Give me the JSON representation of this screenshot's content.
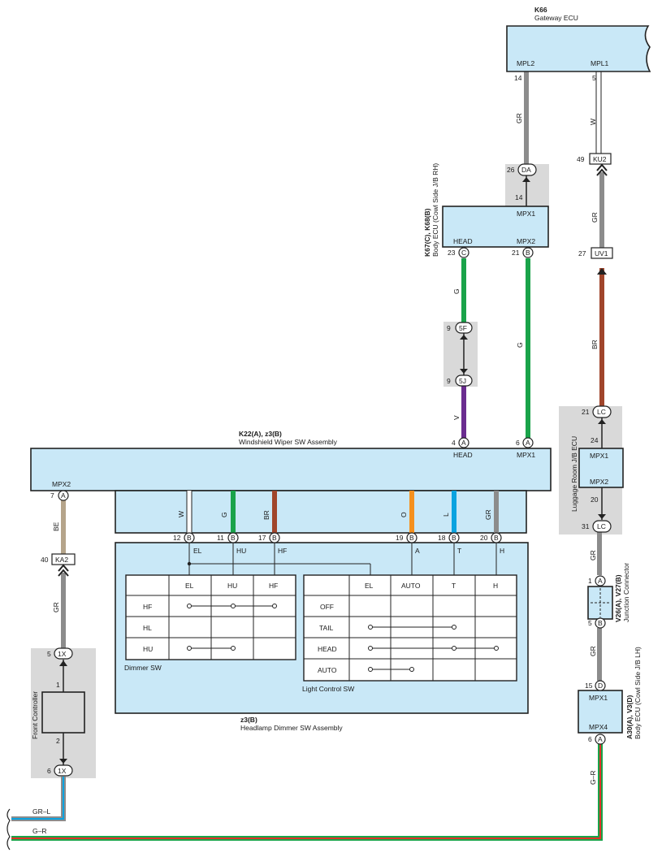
{
  "colors": {
    "box_fill": "#c9e8f7",
    "shade": "#d9d9d9",
    "wire_gray": "#8c8c8c",
    "wire_green": "#1aa34a",
    "wire_brown": "#a0452b",
    "wire_violet": "#6b2d90",
    "wire_orange": "#f5901e",
    "wire_blue": "#0aa3e0",
    "wire_beige": "#b5a48a",
    "wire_white": "#ffffff"
  },
  "components": {
    "gateway": {
      "code": "K66",
      "name": "Gateway ECU",
      "pin_left_label": "MPL2",
      "pin_right_label": "MPL1",
      "pin_left_no": "14",
      "pin_right_no": "5"
    },
    "body_ecu_rh": {
      "code": "K67(C), K68(B)",
      "name": "Body ECU (Cowl Side J/B RH)",
      "pin_top_label": "MPX1",
      "pin_head_label": "HEAD",
      "pin_mpx2_label": "MPX2",
      "pin_top_no": "14",
      "pin_head_no": "23",
      "pin_head_conn": "C",
      "pin_mpx2_no": "21",
      "pin_mpx2_conn": "B"
    },
    "wiper_sw": {
      "code": "K22(A), z3(B)",
      "name": "Windshield Wiper SW Assembly",
      "head_label": "HEAD",
      "mpx1_label": "MPX1",
      "mpx2_label": "MPX2",
      "head_no": "4",
      "head_conn": "A",
      "mpx1_no": "6",
      "mpx1_conn": "A",
      "mpx2_no": "7",
      "mpx2_conn": "A"
    },
    "headlamp_dimmer": {
      "code": "z3(B)",
      "name": "Headlamp Dimmer SW Assembly"
    },
    "luggage_ecu": {
      "name": "Luggage Room J/B ECU",
      "mpx1": "MPX1",
      "mpx2": "MPX2",
      "pin_top_no": "24",
      "pin_bottom_no": "20"
    },
    "junction": {
      "code": "V26(A), V27(B)",
      "name": "Junction Connector",
      "pin_a_no": "1",
      "pin_a_conn": "A",
      "pin_b_no": "5",
      "pin_b_conn": "B"
    },
    "body_ecu_lh": {
      "code": "A30(A), V3(D)",
      "name": "Body ECU (Cowl Side J/B LH)",
      "mpx1": "MPX1",
      "mpx4": "MPX4",
      "pin_top_no": "15",
      "pin_top_conn": "D",
      "pin_bottom_no": "6",
      "pin_bottom_conn": "A"
    },
    "front_controller": {
      "name": "Front Controller",
      "pin_top": "1",
      "pin_bottom": "2"
    }
  },
  "connectors": {
    "DA": {
      "no": "26",
      "id": "DA",
      "below_no": "14"
    },
    "KU2": {
      "no": "49",
      "id": "KU2"
    },
    "UV1": {
      "no": "27",
      "id": "UV1"
    },
    "5F": {
      "no": "9",
      "id": "5F"
    },
    "5J": {
      "no": "9",
      "id": "5J"
    },
    "LC_top": {
      "no": "21",
      "id": "LC"
    },
    "LC_bottom": {
      "no": "31",
      "id": "LC"
    },
    "KA2": {
      "no": "40",
      "id": "KA2"
    },
    "1X_top": {
      "no": "5",
      "id": "1X"
    },
    "1X_bottom": {
      "no": "6",
      "id": "1X"
    }
  },
  "wire_labels": {
    "gw_left": "GR",
    "gw_right": "W",
    "ku2_uv1": "GR",
    "uv1_lc": "BR",
    "head_5f": "G",
    "mpx2_down": "G",
    "j_violet": "V",
    "lc_junction": "GR",
    "junction_lh": "GR",
    "lh_bottom": "G–R",
    "mpx2_ka2": "BE",
    "ka2_1x": "GR",
    "bottom_gr_l": "GR–L",
    "bottom_g_r": "G–R"
  },
  "switch_pins": [
    {
      "color_label": "W",
      "no": "12",
      "conn": "B",
      "func": "EL"
    },
    {
      "color_label": "G",
      "no": "11",
      "conn": "B",
      "func": "HU"
    },
    {
      "color_label": "BR",
      "no": "17",
      "conn": "B",
      "func": "HF"
    },
    {
      "color_label": "O",
      "no": "19",
      "conn": "B",
      "func": "A"
    },
    {
      "color_label": "L",
      "no": "18",
      "conn": "B",
      "func": "T"
    },
    {
      "color_label": "GR",
      "no": "20",
      "conn": "B",
      "func": "H"
    }
  ],
  "dimmer_table": {
    "caption": "Dimmer SW",
    "headers": [
      "EL",
      "HU",
      "HF"
    ],
    "rows": [
      "HF",
      "HL",
      "HU"
    ]
  },
  "light_table": {
    "caption": "Light Control SW",
    "headers": [
      "EL",
      "AUTO",
      "T",
      "H"
    ],
    "rows": [
      "OFF",
      "TAIL",
      "HEAD",
      "AUTO"
    ]
  }
}
